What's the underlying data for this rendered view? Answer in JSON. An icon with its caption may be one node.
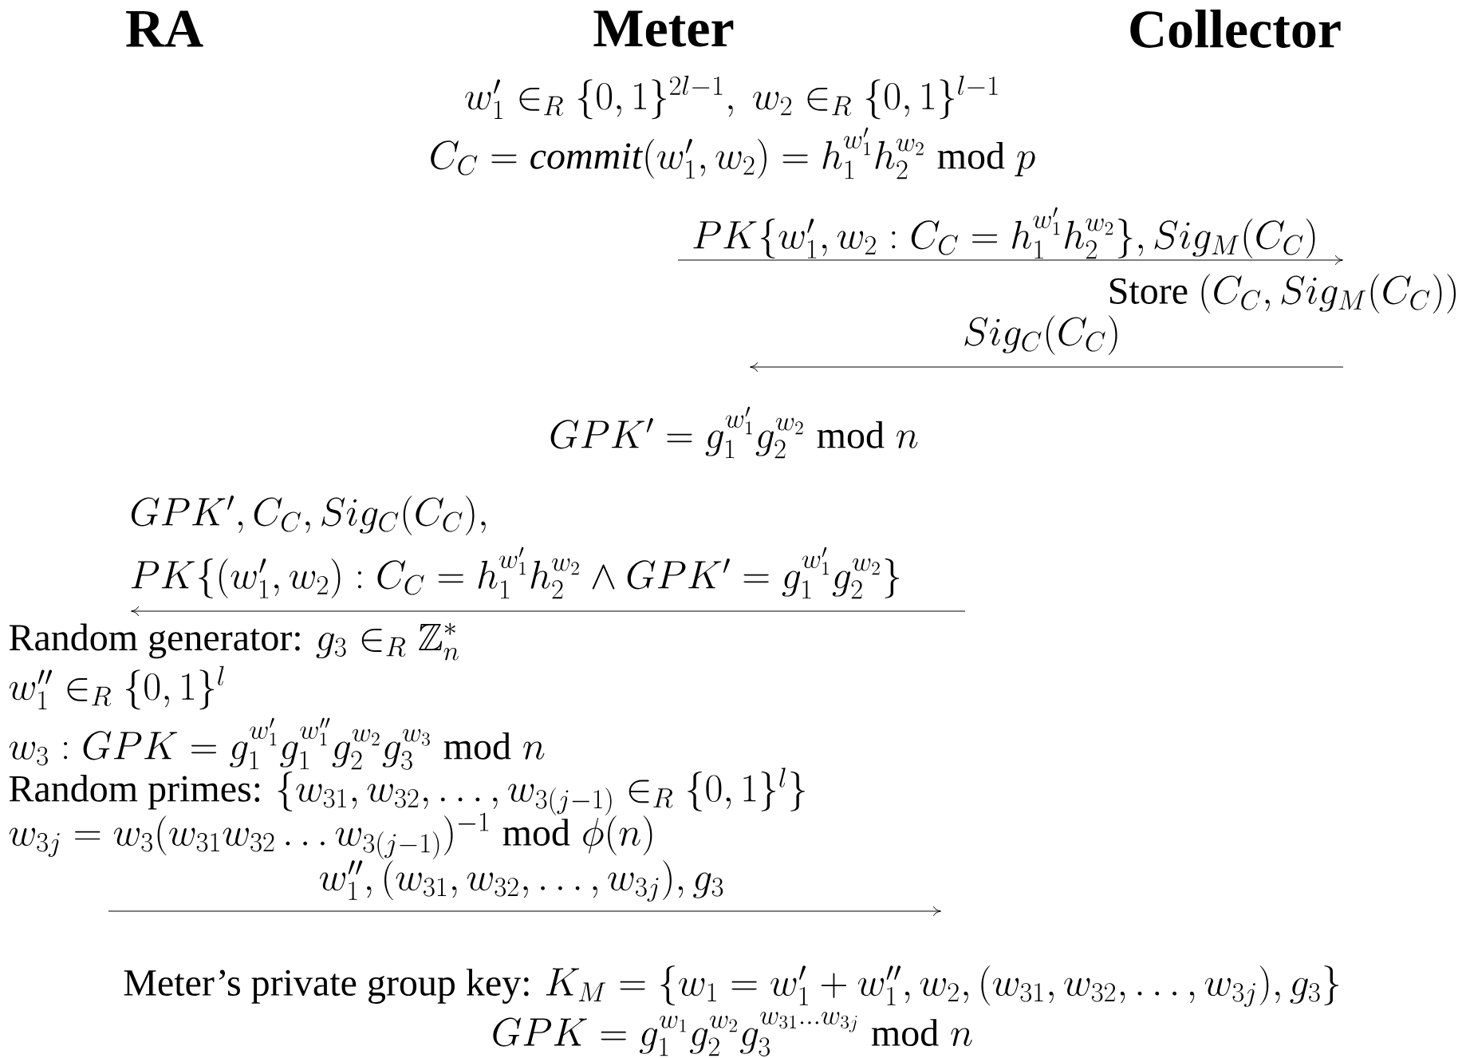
{
  "diagram": {
    "nodes": [
      {
        "text": [
          "RA"
        ]
      },
      {
        "text": [
          "Meter"
        ]
      },
      {
        "text": [
          "Collector"
        ]
      }
    ],
    "labels": [
      "w_1' \\in_R \\{0,1\\}^{2l-1},\\ w_2 \\in_R \\{0,1\\}^{l-1}",
      "C_C = \\mathit{commit}(w_1', w_2) = h_1^{w_1'} h_2^{w_2} \\bmod p",
      "PK\\{w_1', w_2 : C_C = h_1^{w_1'} h_2^{w_2}\\}, Sig_M(C_C)",
      "\\text{Store } (C_C, Sig_M(C_C))",
      "Sig_C(C_C)",
      "GPK' = g_1^{w_1'} g_2^{w_2} \\bmod n",
      "GPK', C_C, Sig_C(C_C),",
      "PK\\{(w_1', w_2) : C_C = h_1^{w_1'} h_2^{w_2} \\wedge GPK' = g_1^{w_1'} g_2^{w_2}\\}",
      "\\text{Random generator: } g_3 \\in_R \\mathbb{Z}_n^*",
      "w_1'' \\in_R \\{0,1\\}^l",
      "w_3 : GPK = g_1^{w_1'} g_1^{w_1''} g_2^{w_2} g_3^{w_3} \\bmod n",
      "\\text{Random primes: } \\{w_{31}, w_{32}, \\ldots, w_{3(j-1)} \\in_R \\{0,1\\}^l\\}",
      "w_{3j} = w_3 (w_{31} w_{32} \\ldots w_{3(j-1)})^{-1} \\bmod \\phi(n)",
      "w_1'', (w_{31}, w_{32}, \\ldots, w_{3j}), g_3",
      "\\text{Meter's private group key: } K_M = \\{w_1 = w_1' + w_1'', w_2, (w_{31}, w_{32}, \\ldots, w_{3j}), g_3\\}",
      "GPK = g_1^{w_1} g_2^{w_2} g_3^{w_{31} \\ldots w_{3j}} \\bmod n"
    ]
  }
}
